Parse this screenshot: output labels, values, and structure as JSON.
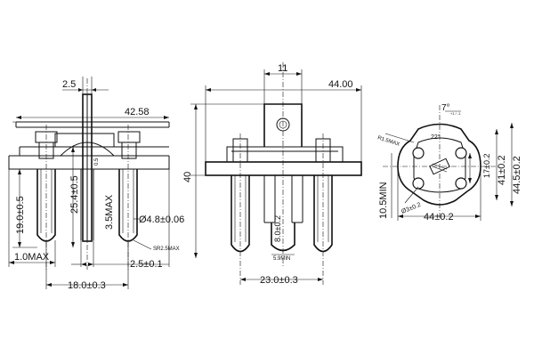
{
  "drawing": {
    "views": {
      "side": {
        "dims": {
          "top_width": "2.5",
          "overall_width": "42.58",
          "pin_length": "19.0±0.5",
          "center_height": "25.4±0.5",
          "pin_offset": "3.5MAX",
          "pin_diameter": "Ø4.8±0.06",
          "small_radius": "SR2.5MAX",
          "thickness_left": "1.0MAX",
          "bottom_gap": "2.5±0.1",
          "pin_spacing": "18.0±0.3",
          "small_gap": "0.5"
        }
      },
      "front": {
        "dims": {
          "tab_width": "11",
          "overall_width": "44.00",
          "height": "40",
          "center_pin_width": "8.0±0.2",
          "center_pin_note": "5.9MIN",
          "pin_spacing": "23.0±0.3"
        }
      },
      "top": {
        "dims": {
          "angle_a": "7°",
          "angle_a_tol": "+1 / -1",
          "angle_b": "22°",
          "radius": "R1.5MAX",
          "width_small": "17±0.2",
          "width_mid": "41±0.2",
          "width_large": "44.5±0.2",
          "min_length": "10.5MIN",
          "hole_diameter": "Ø3±0.2",
          "overall_width": "44±0.2"
        }
      }
    }
  }
}
